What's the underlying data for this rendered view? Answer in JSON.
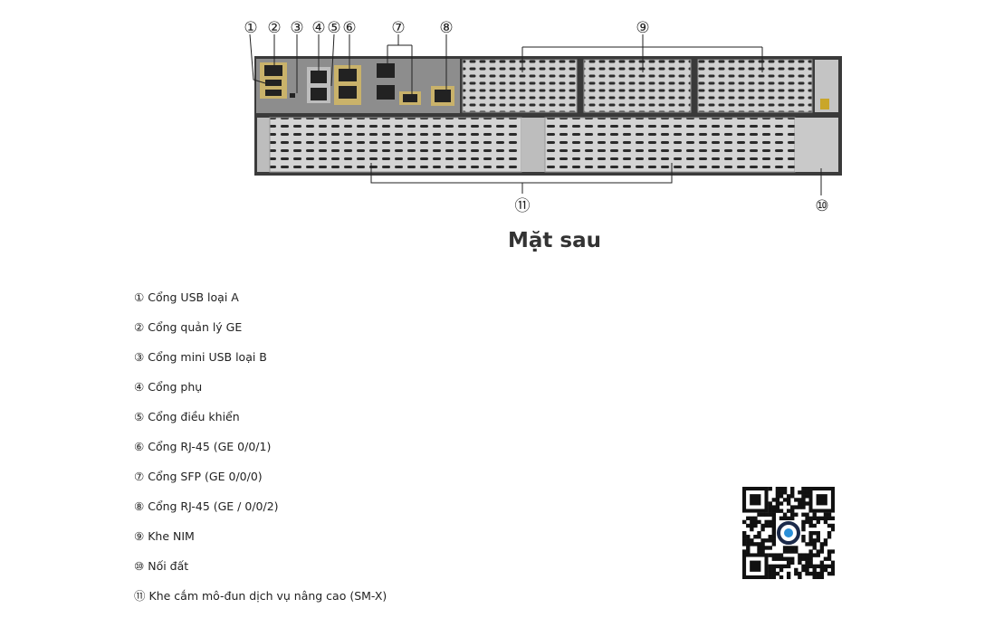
{
  "figure": {
    "callouts": [
      "①",
      "②",
      "③",
      "④",
      "⑤",
      "⑥",
      "⑦",
      "⑧",
      "⑨",
      "⑩",
      "⑪"
    ]
  },
  "title": "Mặt sau",
  "items": [
    {
      "num": "①",
      "label": "Cổng USB loại A"
    },
    {
      "num": "②",
      "label": "Cổng quản lý GE"
    },
    {
      "num": "③",
      "label": "Cổng mini USB loại B"
    },
    {
      "num": "④",
      "label": "Cổng phụ"
    },
    {
      "num": "⑤",
      "label": "Cổng điều khiển"
    },
    {
      "num": "⑥",
      "label": "Cổng RJ-45 (GE 0/0/1)"
    },
    {
      "num": "⑦",
      "label": "Cổng SFP (GE 0/0/0)"
    },
    {
      "num": "⑧",
      "label": "Cổng RJ-45 (GE / 0/0/2)"
    },
    {
      "num": "⑨",
      "label": "Khe NIM"
    },
    {
      "num": "⑩",
      "label": "Nối đất"
    },
    {
      "num": "⑪",
      "label": "Khe cắm mô-đun dịch vụ nâng cao (SM-X)"
    }
  ],
  "colors": {
    "chassis": "#3a3a3a",
    "panel": "#c9c9c9",
    "accent": "#2a8fd8",
    "text": "#222222"
  }
}
